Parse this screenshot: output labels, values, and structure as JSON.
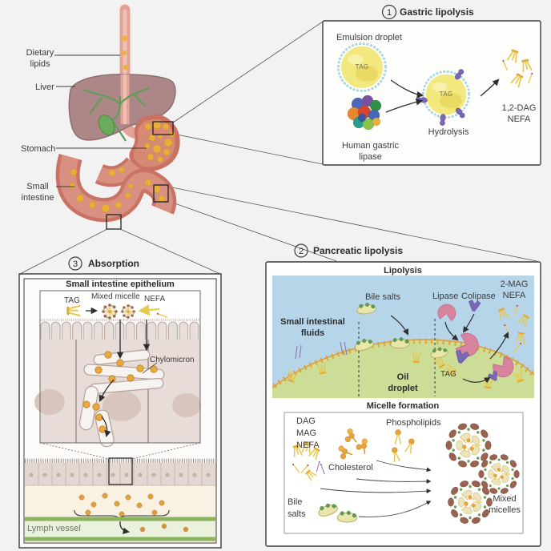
{
  "palette": {
    "background": "#f2f2f3",
    "panel_border": "#3b3b3b",
    "droplet_yellow": "#f2e87d",
    "membrane_dot_teal": "#a9d6da",
    "lipase_purple": "#7a67b3",
    "fluid_blue": "#b7d5e9",
    "oil_green": "#ccdd97",
    "surface_orange": "#d9a03c",
    "bile_salt_yellow": "#e9e6a9",
    "bile_dot_green": "#5f9e58",
    "lipase_pink": "#d8849f",
    "micelle_brown": "#9a6350",
    "chylomicron_orange": "#e8a33c",
    "lymph_green": "#8cb45e",
    "cell_beige": "#e7dcd7",
    "liver_mauve": "#ad8688",
    "stomach_red": "#c97262"
  },
  "anatomy": {
    "labels": {
      "dietary_lipids": "Dietary\nlipids",
      "liver": "Liver",
      "stomach": "Stomach",
      "small_intestine": "Small\nintestine"
    }
  },
  "panel1": {
    "number": "1",
    "title": "Gastric lipolysis",
    "emulsion_droplet": "Emulsion droplet",
    "tag_a": "TAG",
    "tag_b": "TAG",
    "enzyme": "Human gastric\nlipase",
    "hydrolysis": "Hydrolysis",
    "products": "1,2-DAG\nNEFA"
  },
  "panel2": {
    "number": "2",
    "title": "Pancreatic lipolysis",
    "lipolysis_heading": "Lipolysis",
    "fluids": "Small intestinal\nfluids",
    "bile_salts": "Bile salts",
    "lipase": "Lipase",
    "colipase": "Colipase",
    "products": "2-MAG\nNEFA",
    "oil_droplet": "Oil\ndroplet",
    "tag": "TAG",
    "micelle_heading": "Micelle formation",
    "dag_mag_nefa": "DAG\nMAG\nNEFA",
    "cholesterol": "Cholesterol",
    "phospholipids": "Phospholipids",
    "bile_salts2": "Bile\nsalts",
    "mixed_micelles": "Mixed\nmicelles"
  },
  "panel3": {
    "number": "3",
    "title": "Absorption",
    "heading": "Small intestine epithelium",
    "tag": "TAG",
    "mixed_micelle": "Mixed micelle",
    "nefa": "NEFA",
    "chylomicron": "Chylomicron",
    "lymph_vessel": "Lymph vessel"
  }
}
